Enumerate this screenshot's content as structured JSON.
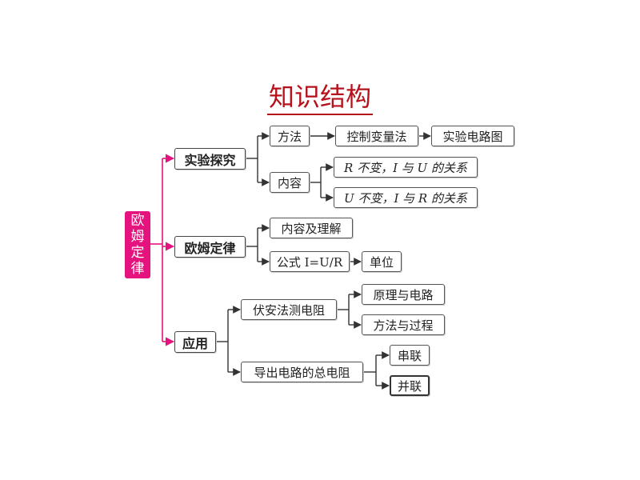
{
  "title": "知识结构",
  "root": {
    "chars": [
      "欧",
      "姆",
      "定",
      "律"
    ]
  },
  "colors": {
    "title": "#b5121b",
    "root_bg": "#e5137d",
    "root_connector": "#e5137d",
    "connector": "#333333"
  },
  "branches": {
    "experiment": {
      "label": "实验探究",
      "method": {
        "label": "方法",
        "next": "控制变量法",
        "next2": "实验电路图"
      },
      "content": {
        "label": "内容",
        "items": [
          "R 不变，I 与 U 的关系",
          "U 不变，I 与 R 的关系"
        ]
      }
    },
    "law": {
      "label": "欧姆定律",
      "understanding": "内容及理解",
      "formula": {
        "label": "公式 I=U/R",
        "unit": "单位"
      }
    },
    "application": {
      "label": "应用",
      "voltammetry": {
        "label": "伏安法测电阻",
        "items": [
          "原理与电路",
          "方法与过程"
        ]
      },
      "total_resistance": {
        "label": "导出电路的总电阻",
        "items": [
          "串联",
          "并联"
        ]
      }
    }
  }
}
